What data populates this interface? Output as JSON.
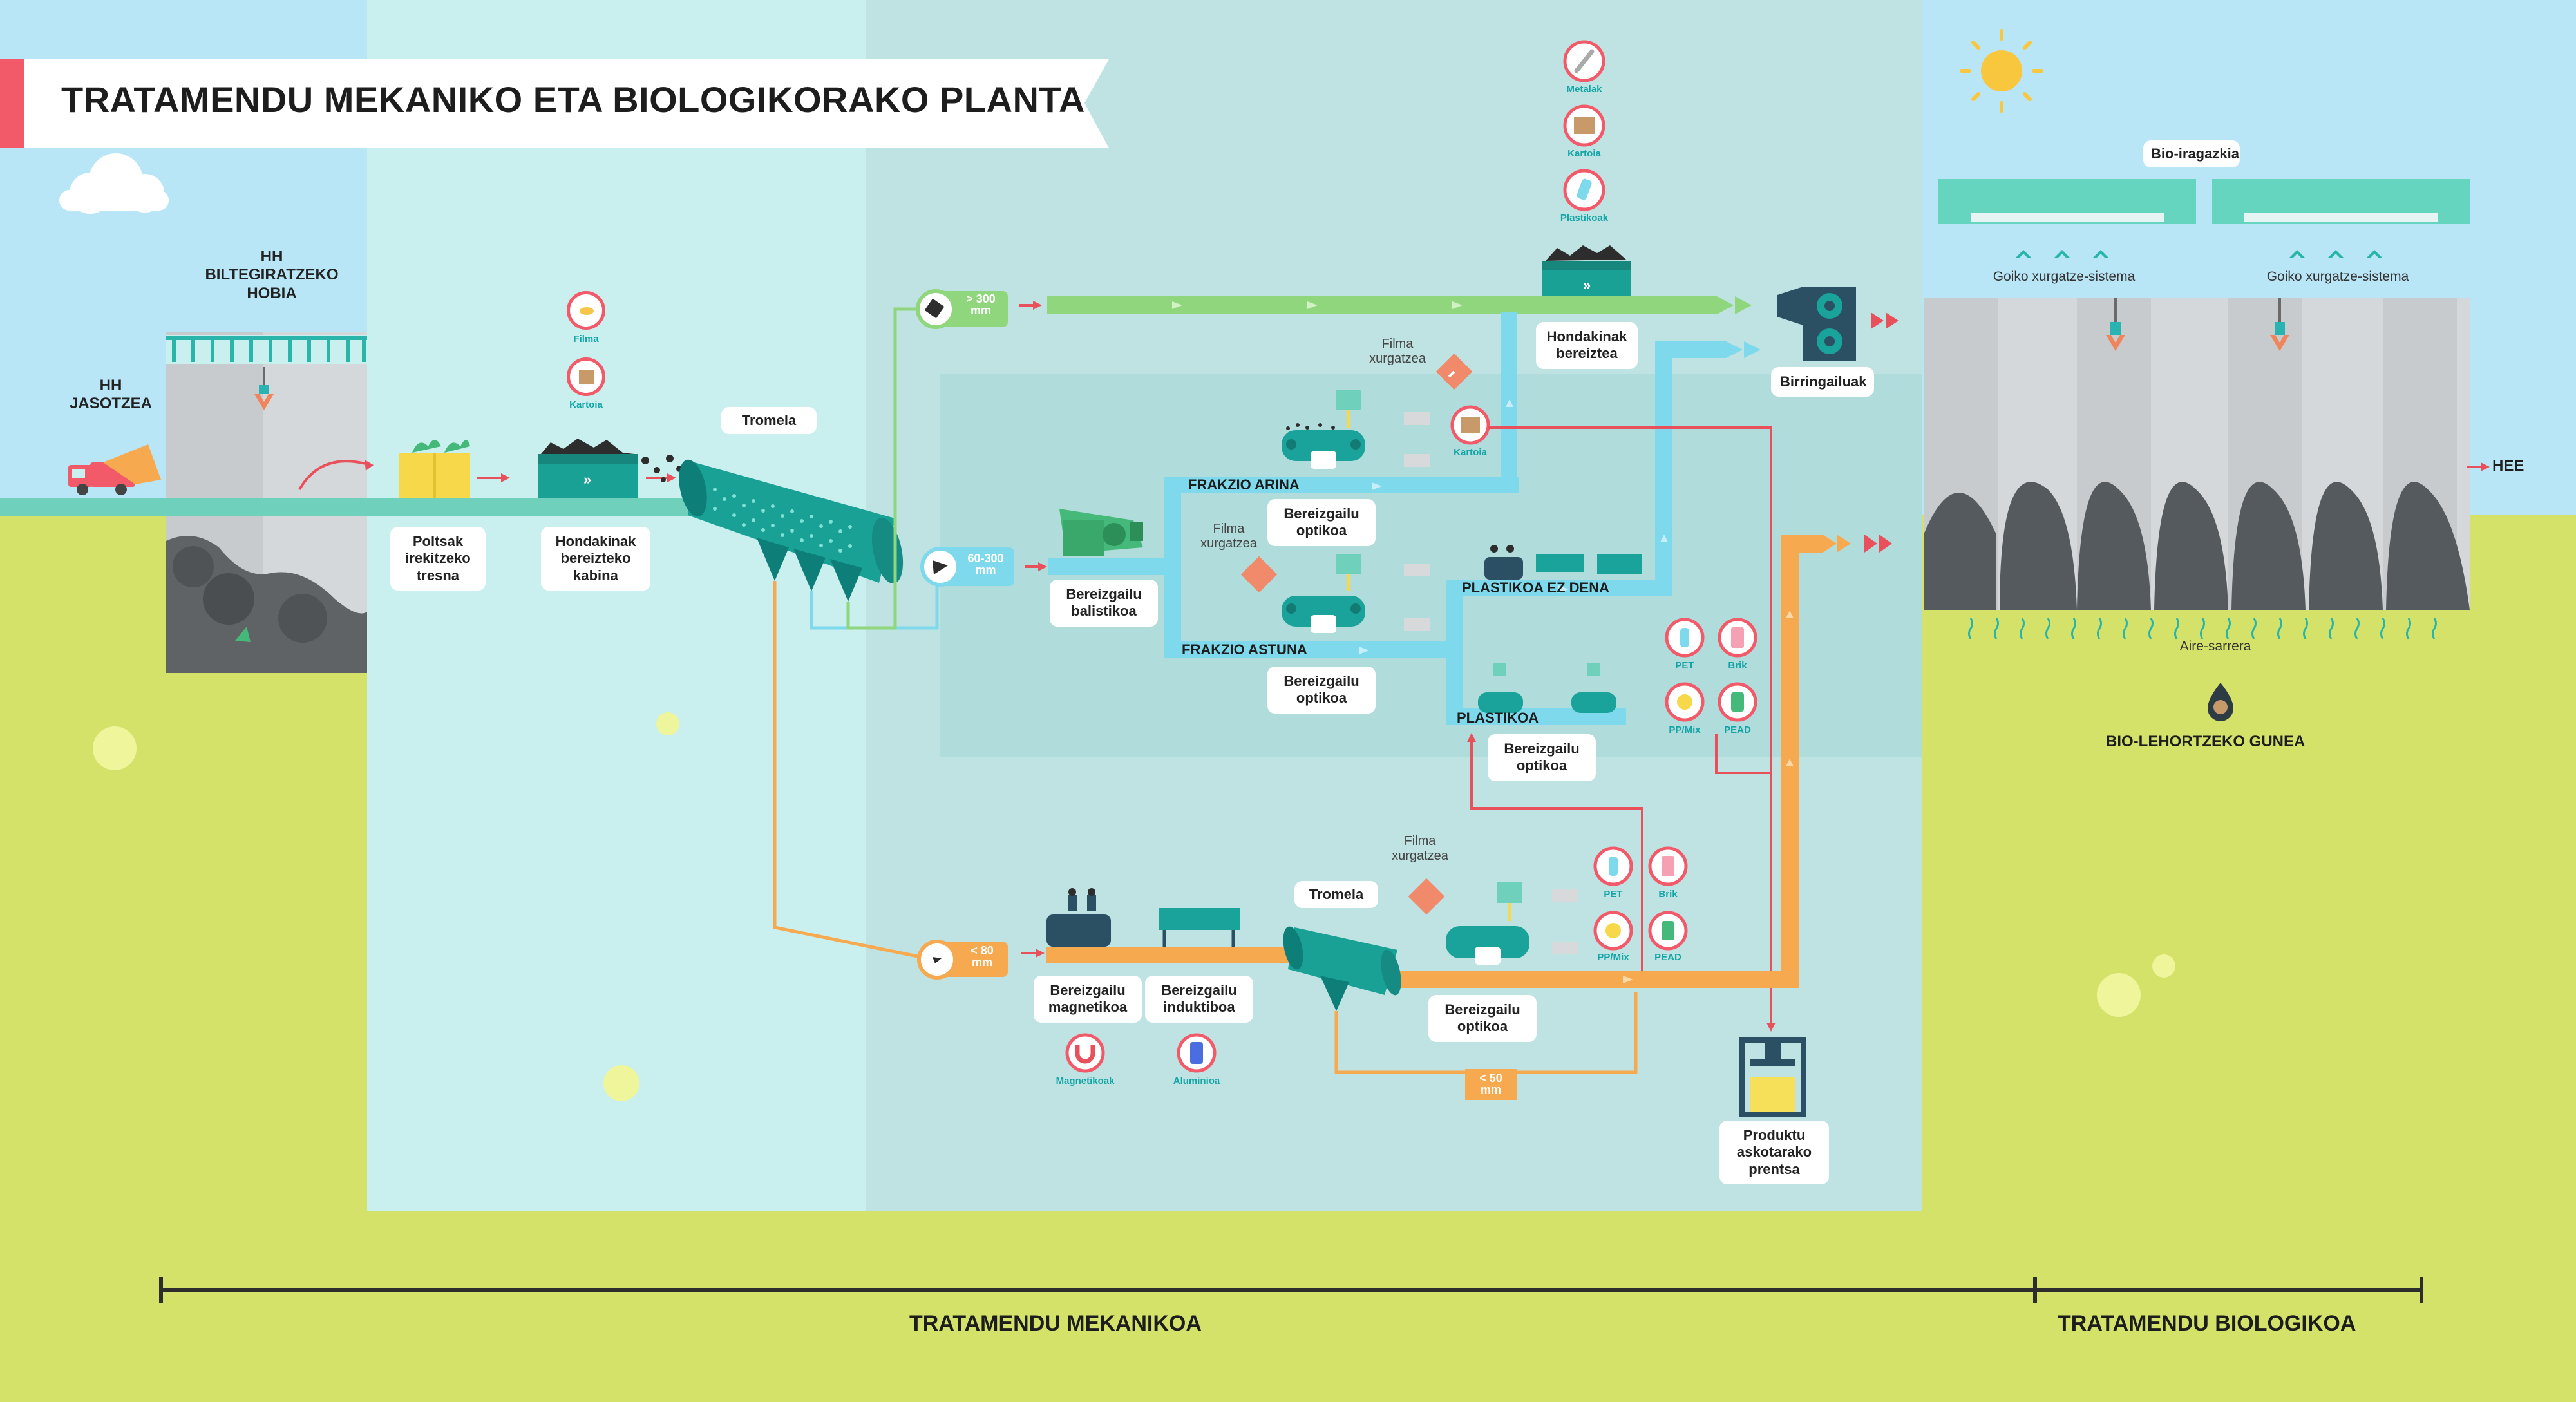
{
  "title": "TRATAMENDU MEKANIKO ETA BIOLOGIKORAKO PLANTA",
  "colors": {
    "ground": "#d4e26a",
    "sky": "#b9e6f7",
    "mechanical_zone": "#bde6e5",
    "light_fraction_pipe": "#7fd9ec",
    "coarse_pipe": "#8fd67c",
    "fine_pipe": "#f7a94f",
    "return_line": "#e8505b",
    "teal": "#1aa39b"
  },
  "collection": {
    "reception": "HH\nJASOTZEA",
    "storage_pit": "HH\nBILTEGIRATZEKO\nHOBIA",
    "bag_opener": "Poltsak\nirekitzeko\ntresna",
    "sorting_cabin": "Hondakinak\nbereizteko\nkabina",
    "cabin_outputs": [
      "Filma",
      "Kartoia"
    ],
    "trommel": "Tromela"
  },
  "size_fractions": {
    "coarse": "> 300\nmm",
    "medium": "60-300\nmm",
    "fine": "< 80\nmm",
    "very_fine": "< 50\nmm"
  },
  "coarse_line": {
    "sorting": "Hondakinak\nbereiztea",
    "outputs": [
      "Metalak",
      "Kartoia",
      "Plastikoak"
    ],
    "shredders": "Birringailuak"
  },
  "medium_line": {
    "ballistic": "Bereizgailu\nbalistikoa",
    "light_fraction": "FRAKZIO ARINA",
    "heavy_fraction": "FRAKZIO ASTUNA",
    "film_suction": "Filma\nxurgatzea",
    "optical_sorter": "Bereizgailu\noptikoa",
    "cardboard": "Kartoia",
    "non_plastic": "PLASTIKOA EZ DENA",
    "plastic": "PLASTIKOA",
    "plastic_outputs": [
      "PET",
      "Brik",
      "PP/Mix",
      "PEAD"
    ]
  },
  "fine_line": {
    "magnetic": "Bereizgailu\nmagnetikoa",
    "inductive": "Bereizgailu\ninduktiboa",
    "magnetic_out": "Magnetikoak",
    "inductive_out": "Aluminioa",
    "trommel": "Tromela",
    "film_suction": "Filma\nxurgatzea",
    "optical_sorter": "Bereizgailu\noptikoa",
    "outputs": [
      "PET",
      "Brik",
      "PP/Mix",
      "PEAD"
    ],
    "press": "Produktu\naskotarako\nprentsa"
  },
  "bio": {
    "biofilter": "Bio-iragazkia",
    "upper_suction": [
      "Goiko xurgatze-sistema",
      "Goiko xurgatze-sistema"
    ],
    "air_intake": "Aire-sarrera",
    "drying_area": "BIO-LEHORTZEKO GUNEA",
    "output": "HEE"
  },
  "phases": {
    "mechanical": "TRATAMENDU MEKANIKOA",
    "biological": "TRATAMENDU BIOLOGIKOA"
  }
}
